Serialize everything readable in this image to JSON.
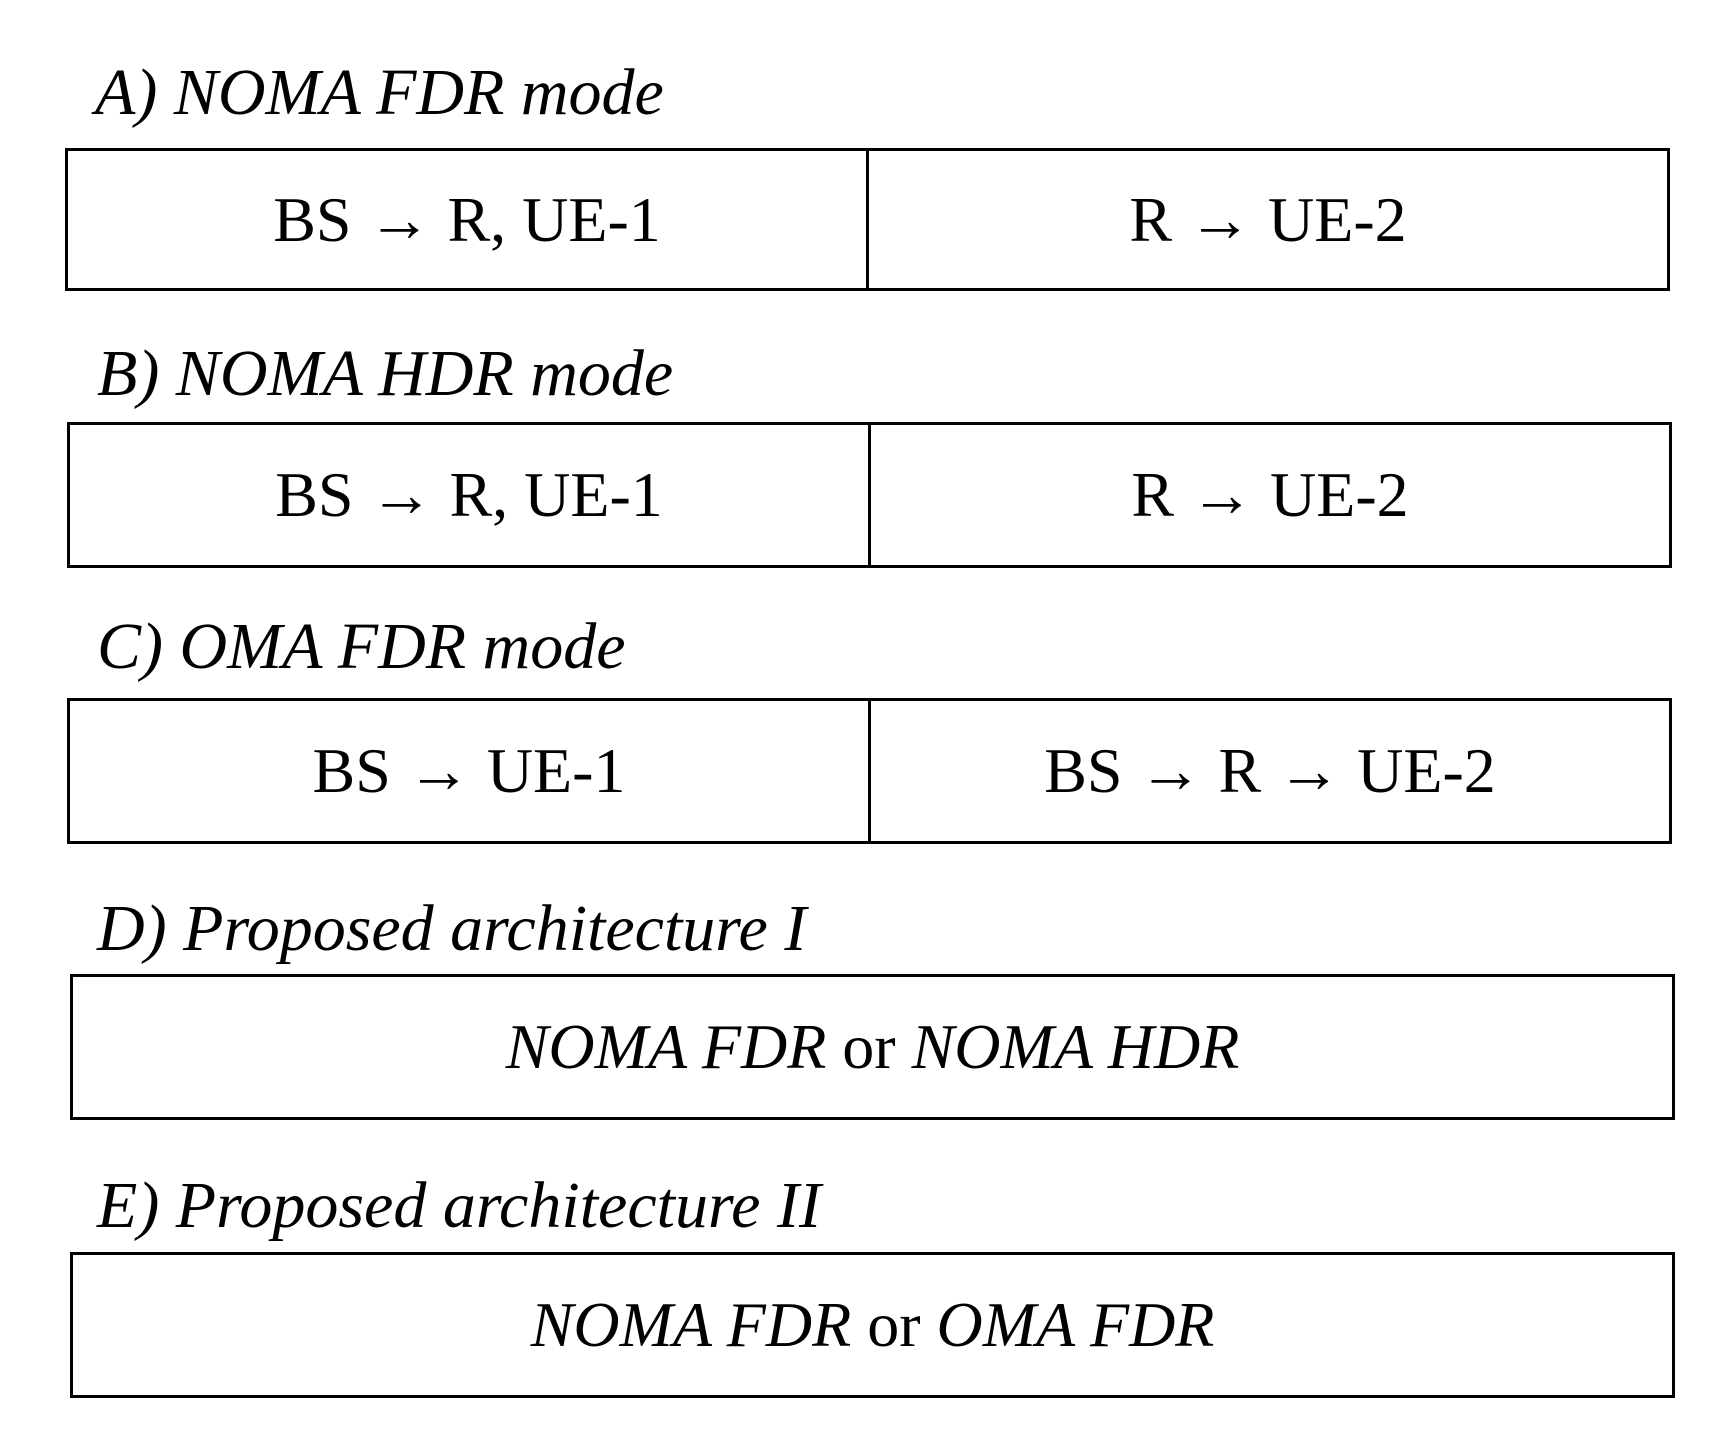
{
  "sections": [
    {
      "title": "A) NOMA FDR mode",
      "cells": [
        {
          "text": "BS → R, UE-1"
        },
        {
          "text": "R → UE-2"
        }
      ]
    },
    {
      "title": "B) NOMA HDR mode",
      "cells": [
        {
          "text": "BS → R, UE-1"
        },
        {
          "text": "R → UE-2"
        }
      ]
    },
    {
      "title": "C) OMA FDR mode",
      "cells": [
        {
          "text": "BS → UE-1"
        },
        {
          "text": "BS → R → UE-2"
        }
      ]
    },
    {
      "title": "D) Proposed architecture I",
      "parts": [
        "NOMA FDR",
        " or ",
        "NOMA HDR"
      ]
    },
    {
      "title": "E) Proposed architecture II",
      "parts": [
        "NOMA FDR",
        " or ",
        "OMA FDR"
      ]
    }
  ]
}
